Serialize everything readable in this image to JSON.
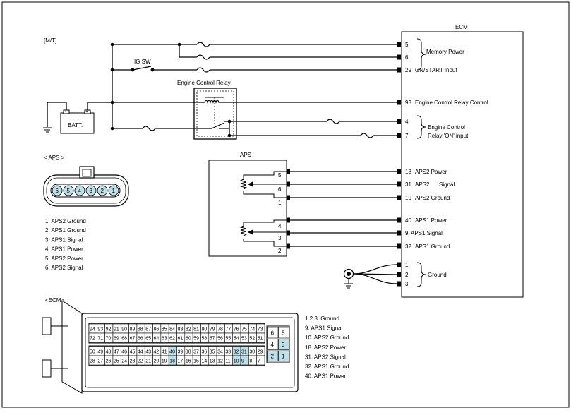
{
  "labels": {
    "mode": "[M/T]",
    "ecm_title": "ECM",
    "ig_sw": "IG SW",
    "relay": "Engine Control Relay",
    "batt": "BATT.",
    "batt_minus": "-",
    "batt_plus": "+",
    "aps_title": "APS",
    "aps_conn_title": "< APS    >",
    "ecm_conn_title": "<ECM>",
    "memory_power": "Memory Power",
    "relay_on_1": "Engine Control",
    "relay_on_2": "Relay 'ON' input",
    "ground": "Ground"
  },
  "ecm_pins": [
    {
      "id": "p5",
      "num": "5",
      "label": ""
    },
    {
      "id": "p6",
      "num": "6",
      "label": ""
    },
    {
      "id": "p29",
      "num": "29",
      "label": "ON/START Input"
    },
    {
      "id": "p93",
      "num": "93",
      "label": "Engine Control Relay Control"
    },
    {
      "id": "p4",
      "num": "4",
      "label": ""
    },
    {
      "id": "p7",
      "num": "7",
      "label": ""
    },
    {
      "id": "p18",
      "num": "18",
      "label": "APS2 Power"
    },
    {
      "id": "p31",
      "num": "31",
      "label": "APS2",
      "label2": "Signal"
    },
    {
      "id": "p10",
      "num": "10",
      "label": "APS2 Ground"
    },
    {
      "id": "p40",
      "num": "40",
      "label": "APS1 Power"
    },
    {
      "id": "p9",
      "num": "9",
      "label": "APS1 Signal"
    },
    {
      "id": "p32",
      "num": "32",
      "label": "APS1 Ground"
    },
    {
      "id": "g1",
      "num": "1",
      "label": ""
    },
    {
      "id": "g2",
      "num": "2",
      "label": ""
    },
    {
      "id": "g3",
      "num": "3",
      "label": ""
    }
  ],
  "aps_pins": [
    "5",
    "6",
    "1",
    "4",
    "3",
    "2"
  ],
  "aps_connector_cavities": [
    "6",
    "5",
    "4",
    "3",
    "2",
    "1"
  ],
  "aps_pin_list": [
    "1.  APS2 Ground",
    "2.  APS1 Ground",
    "3.  APS1 Signal",
    "4.  APS1 Power",
    "5. APS2 Power",
    "6. APS2 Signal"
  ],
  "ecm_pin_list": [
    "1.2.3.      Ground",
    "9.    APS1 Signal",
    "10.    APS2 Ground",
    "18. APS2 Power",
    "31. APS2 Signal",
    "32.    APS1 Ground",
    "40.    APS1 Power"
  ],
  "ecm_connector": {
    "row1": [
      "94",
      "93",
      "92",
      "91",
      "90",
      "89",
      "88",
      "87",
      "86",
      "85",
      "84",
      "83",
      "82",
      "81",
      "80",
      "79",
      "78",
      "77",
      "76",
      "75",
      "74",
      "73"
    ],
    "row2": [
      "72",
      "71",
      "70",
      "69",
      "68",
      "67",
      "66",
      "65",
      "64",
      "63",
      "62",
      "61",
      "60",
      "59",
      "58",
      "57",
      "56",
      "55",
      "54",
      "53",
      "52",
      "51"
    ],
    "row3": [
      "50",
      "49",
      "48",
      "47",
      "46",
      "45",
      "44",
      "43",
      "42",
      "41",
      "40",
      "39",
      "38",
      "37",
      "36",
      "35",
      "34",
      "33",
      "32",
      "31",
      "30",
      "29"
    ],
    "row4": [
      "28",
      "27",
      "26",
      "25",
      "24",
      "23",
      "22",
      "21",
      "20",
      "19",
      "18",
      "17",
      "16",
      "15",
      "14",
      "13",
      "12",
      "11",
      "10",
      "9",
      "8",
      "7"
    ],
    "small": [
      [
        "6",
        "5"
      ],
      [
        "4",
        "3"
      ],
      [
        "2",
        "1"
      ]
    ],
    "highlight": [
      "40",
      "32",
      "31",
      "18",
      "10",
      "9",
      "3",
      "2",
      "1"
    ],
    "highlight_color": "#bfe0ea"
  },
  "colors": {
    "line": "#000000",
    "cavity_fill": "#bfe0ea"
  }
}
